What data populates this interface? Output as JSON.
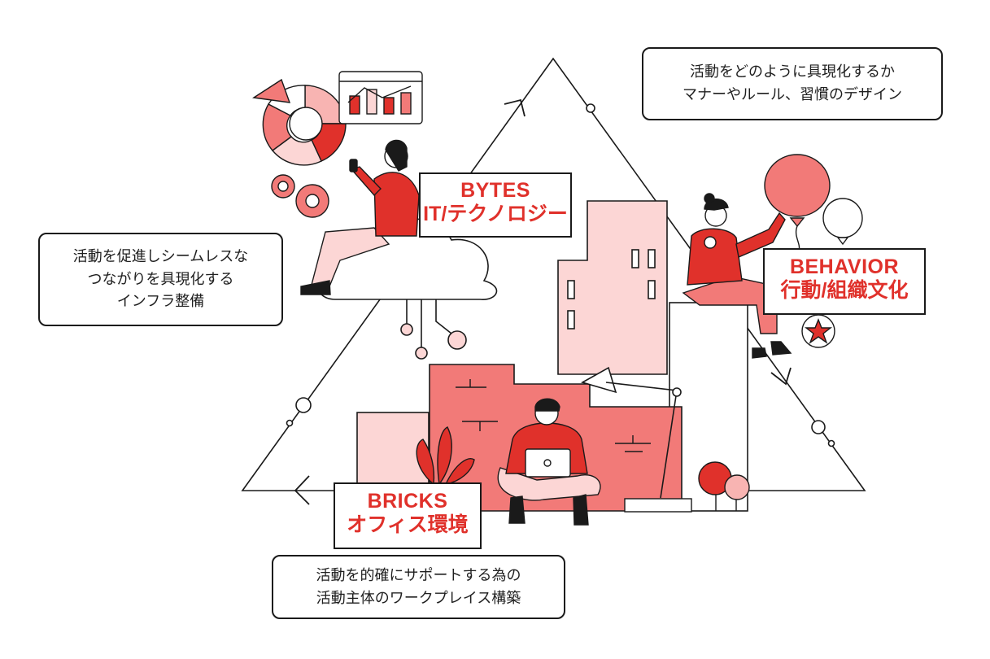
{
  "labels": {
    "bytes": {
      "en": "BYTES",
      "ja": "IT/テクノロジー"
    },
    "behavior": {
      "en": "BEHAVIOR",
      "ja": "行動/組織文化"
    },
    "bricks": {
      "en": "BRICKS",
      "ja": "オフィス環境"
    }
  },
  "notes": {
    "behavior_note": [
      "活動をどのように具現化するか",
      "マナーやルール、習慣のデザイン"
    ],
    "bytes_note": [
      "活動を促進しシームレスな",
      "つながりを具現化する",
      "インフラ整備"
    ],
    "bricks_note": [
      "活動を的確にサポートする為の",
      "活動主体のワークプレイス構築"
    ]
  },
  "colors": {
    "red": "#e0312b",
    "coral": "#f27a78",
    "pink": "#f8b4b2",
    "light_pink": "#fcd6d5",
    "stroke": "#1a1a1a"
  }
}
